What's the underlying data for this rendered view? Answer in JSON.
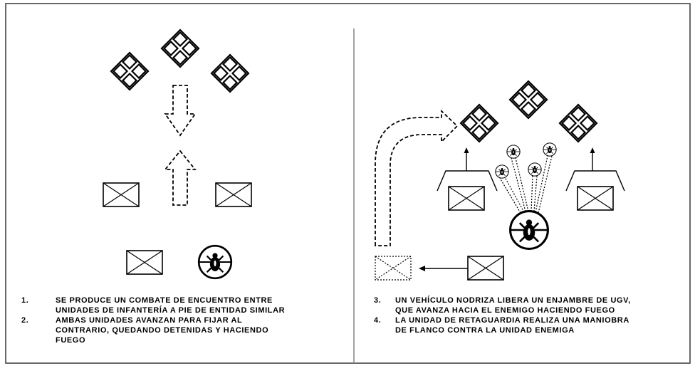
{
  "left_panel": {
    "steps": [
      {
        "number": "1.",
        "lines": [
          "SE PRODUCE UN COMBATE DE ENCUENTRO ENTRE",
          "UNIDADES DE INFANTERÍA A PIE DE ENTIDAD SIMILAR"
        ]
      },
      {
        "number": "2.",
        "lines": [
          "AMBAS UNIDADES AVANZAN PARA FIJAR AL",
          "CONTRARIO, QUEDANDO DETENIDAS Y HACIENDO",
          "FUEGO"
        ]
      }
    ]
  },
  "right_panel": {
    "steps": [
      {
        "number": "3.",
        "lines": [
          "UN VEHÍCULO NODRIZA LIBERA UN ENJAMBRE DE UGV,",
          "QUE AVANZA HACIA EL ENEMIGO HACIENDO FUEGO"
        ]
      },
      {
        "number": "4.",
        "lines": [
          "LA UNIDAD DE RETAGUARDIA REALIZA UNA MANIOBRA",
          "DE FLANCO CONTRA LA UNIDAD ENEMIGA"
        ]
      }
    ]
  },
  "colors": {
    "ink": "#000000",
    "frame": "#444444",
    "divider": "#8a8a8a",
    "background": "#ffffff"
  }
}
